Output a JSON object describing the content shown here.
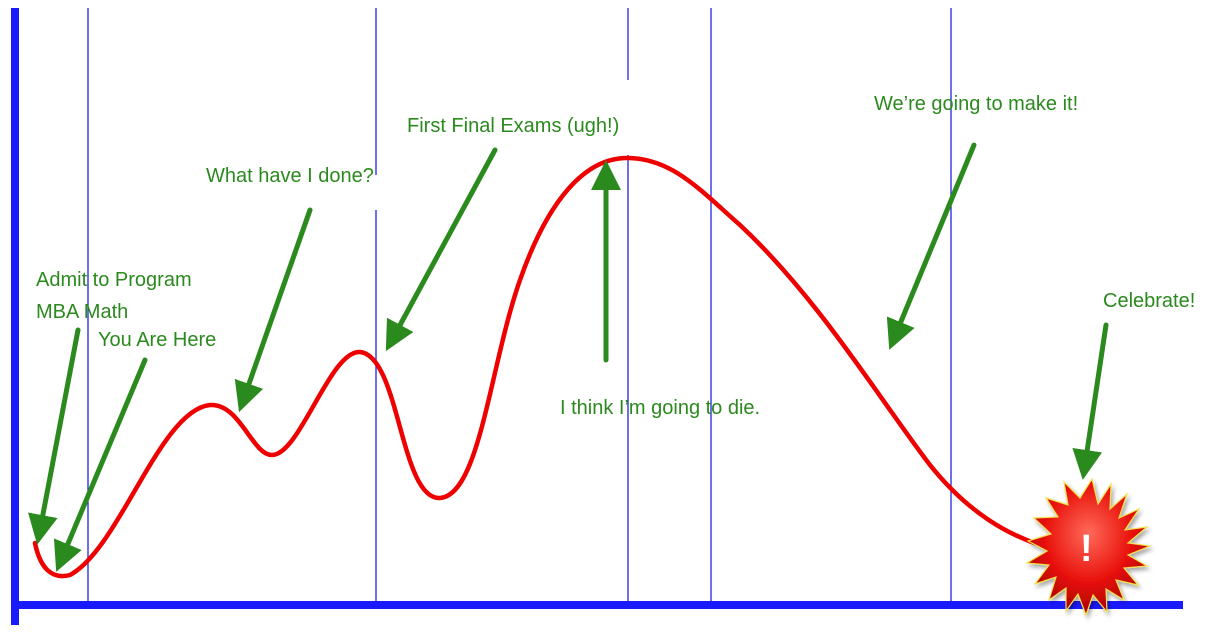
{
  "annotations": {
    "admit": "Admit to Program",
    "mba_math": "MBA Math",
    "you_are_here": "You Are Here",
    "what_have_i_done": "What have I done?",
    "first_finals": "First Final Exams (ugh!)",
    "going_to_die": "I think I’m going to die.",
    "make_it": "We’re going to make it!",
    "celebrate": "Celebrate!"
  },
  "celebration_mark": "!",
  "colors": {
    "axis": "#1a1aff",
    "grid": "#2222dd",
    "curve": "#ee0000",
    "annotation": "#2b8a1e",
    "star": "#e8100a"
  },
  "icons": [
    "arrow-icon",
    "starburst-icon"
  ]
}
